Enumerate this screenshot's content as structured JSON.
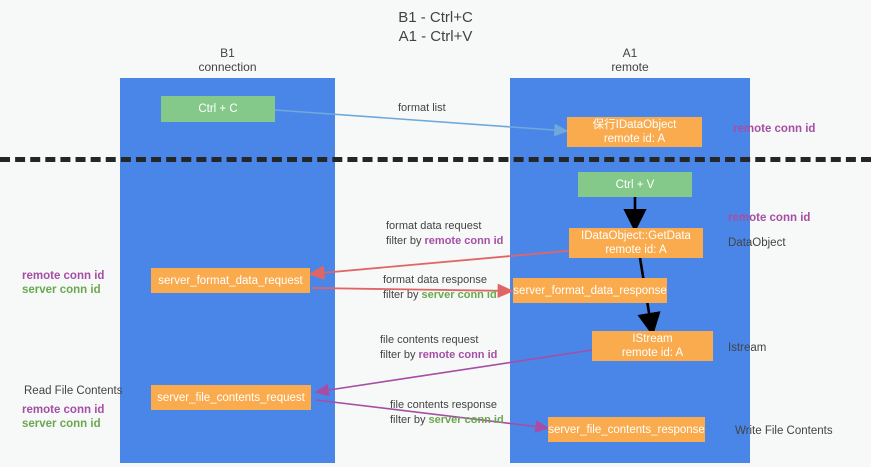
{
  "title": {
    "line1": "B1 - Ctrl+C",
    "line2": "A1 - Ctrl+V"
  },
  "lanes": [
    {
      "id": "b1",
      "name": "B1",
      "role": "connection"
    },
    {
      "id": "a1",
      "name": "A1",
      "role": "remote"
    }
  ],
  "colors": {
    "lane": "#4a86e8",
    "green_node": "#85c98a",
    "orange_node": "#f9ab4e",
    "remote_conn_id": "#a64ea6",
    "server_conn_id": "#6aa84f",
    "blue_arrow": "#6fa8dc",
    "red_arrow": "#e06666",
    "purple_arrow": "#a64ea6",
    "black_arrow": "#000000",
    "background": "#f7f8f8",
    "text": "#434343"
  },
  "nodes": {
    "ctrl_c": {
      "label": "Ctrl + C"
    },
    "data_object_top": {
      "line1": "保行IDataObject",
      "line2": "remote id: A"
    },
    "ctrl_v": {
      "label": "Ctrl + V"
    },
    "get_data": {
      "line1": "IDataObject::GetData",
      "line2": "remote id: A"
    },
    "server_format_data_request": {
      "label": "server_format_data_request"
    },
    "server_format_data_response": {
      "label": "server_format_data_response"
    },
    "istream": {
      "line1": "IStream",
      "line2": "remote id: A"
    },
    "server_file_contents_request": {
      "label": "server_file_contents_request"
    },
    "server_file_contents_response": {
      "label": "server_file_contents_response"
    }
  },
  "edges": {
    "format_list": {
      "label": "format list"
    },
    "format_data_request": {
      "line1": "format data request",
      "filter_prefix": "filter by ",
      "filter_value": "remote conn id"
    },
    "format_data_response": {
      "line1": "format data response",
      "filter_prefix": "filter by ",
      "filter_value": "server conn id"
    },
    "file_contents_request": {
      "line1": "file contents request",
      "filter_prefix": "filter by ",
      "filter_value": "remote conn id"
    },
    "file_contents_response": {
      "line1": "file contents response",
      "filter_prefix": "filter by ",
      "filter_value": "server conn id"
    }
  },
  "annotations": {
    "right_remote_conn_id_top": "remote conn id",
    "right_remote_conn_id_mid": "remote conn id",
    "right_data_object": "DataObject",
    "right_istream": "Istream",
    "right_write_file_contents": "Write File Contents",
    "left_remote_conn_id_mid": "remote conn id",
    "left_server_conn_id_mid": "server conn id",
    "left_read_file_contents": "Read File Contents",
    "left_remote_conn_id_bottom": "remote conn id",
    "left_server_conn_id_bottom": "server conn id"
  }
}
